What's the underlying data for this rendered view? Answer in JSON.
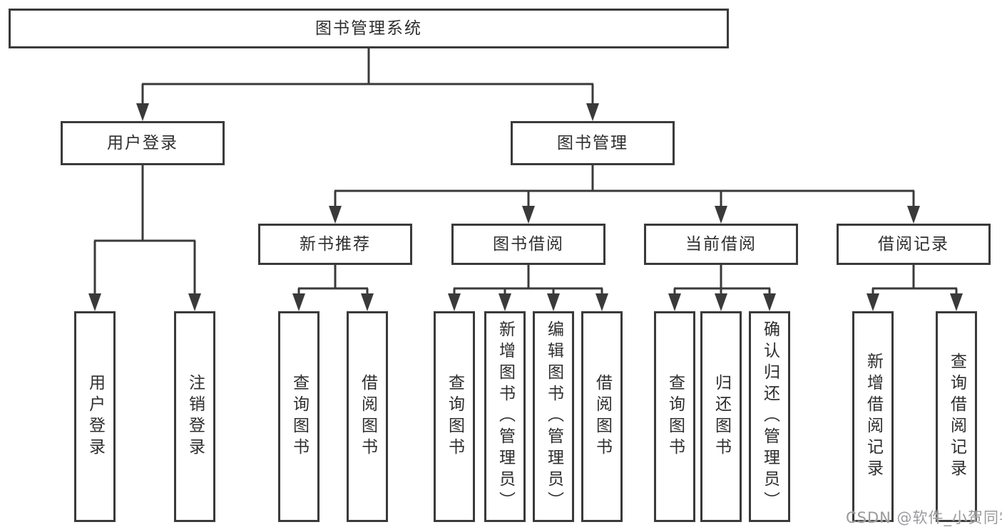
{
  "colors": {
    "line": "#3a3a3a",
    "box_border": "#3a3a3a",
    "box_fill": "#ffffff",
    "text": "#2e2e2e",
    "watermark": "#9a9a9e",
    "background": "#ffffff"
  },
  "tree": {
    "root": {
      "label": "图书管理系统"
    },
    "branches": [
      {
        "label": "用户登录",
        "children": [
          {
            "label": "用户登录"
          },
          {
            "label": "注销登录"
          }
        ]
      },
      {
        "label": "图书管理",
        "sections": [
          {
            "label": "新书推荐",
            "children": [
              {
                "label": "查询图书"
              },
              {
                "label": "借阅图书"
              }
            ]
          },
          {
            "label": "图书借阅",
            "children": [
              {
                "label": "查询图书"
              },
              {
                "label": "新增图书（管理员）"
              },
              {
                "label": "编辑图书（管理员）"
              },
              {
                "label": "借阅图书"
              }
            ]
          },
          {
            "label": "当前借阅",
            "children": [
              {
                "label": "查询图书"
              },
              {
                "label": "归还图书"
              },
              {
                "label": "确认归还（管理员）"
              }
            ]
          },
          {
            "label": "借阅记录",
            "children": [
              {
                "label": "新增借阅记录"
              },
              {
                "label": "查询借阅记录"
              }
            ]
          }
        ]
      }
    ]
  },
  "watermark": {
    "text": "CSDN @软件_小贺同学"
  }
}
